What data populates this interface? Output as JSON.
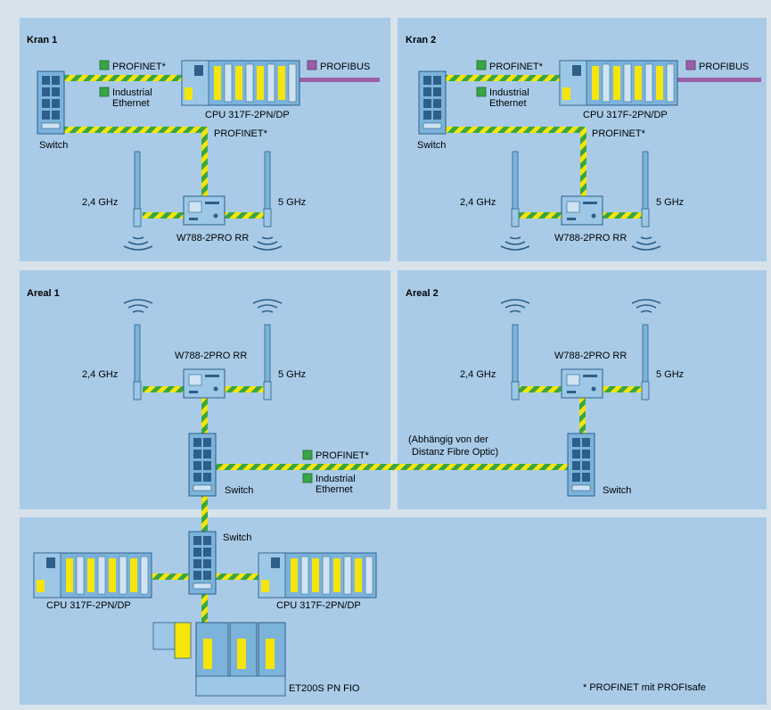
{
  "panels": {
    "kran1": "Kran 1",
    "kran2": "Kran 2",
    "areal1": "Areal 1",
    "areal2": "Areal 2"
  },
  "labels": {
    "profinet": "PROFINET*",
    "industrial": "Industrial",
    "ethernet": "Ethernet",
    "profibus": "PROFIBUS",
    "switch": "Switch",
    "cpu": "CPU 317F-2PN/DP",
    "ghz24": "2,4 GHz",
    "ghz5": "5 GHz",
    "w788": "W788-2PRO RR",
    "dist1": "(Abhängig von der",
    "dist2": "Distanz Fibre Optic)",
    "et200": "ET200S PN FIO",
    "footnote": "* PROFINET mit PROFIsafe"
  },
  "colors": {
    "background": "#d7e2ea",
    "panel": "#a9cbe8",
    "device": "#7cb3db",
    "device_dark": "#2d5f8a",
    "module_yellow": "#f5e50a",
    "cable_green": "#3aa545",
    "cable_yellow": "#f5e50a",
    "profibus": "#9b5fa8"
  }
}
